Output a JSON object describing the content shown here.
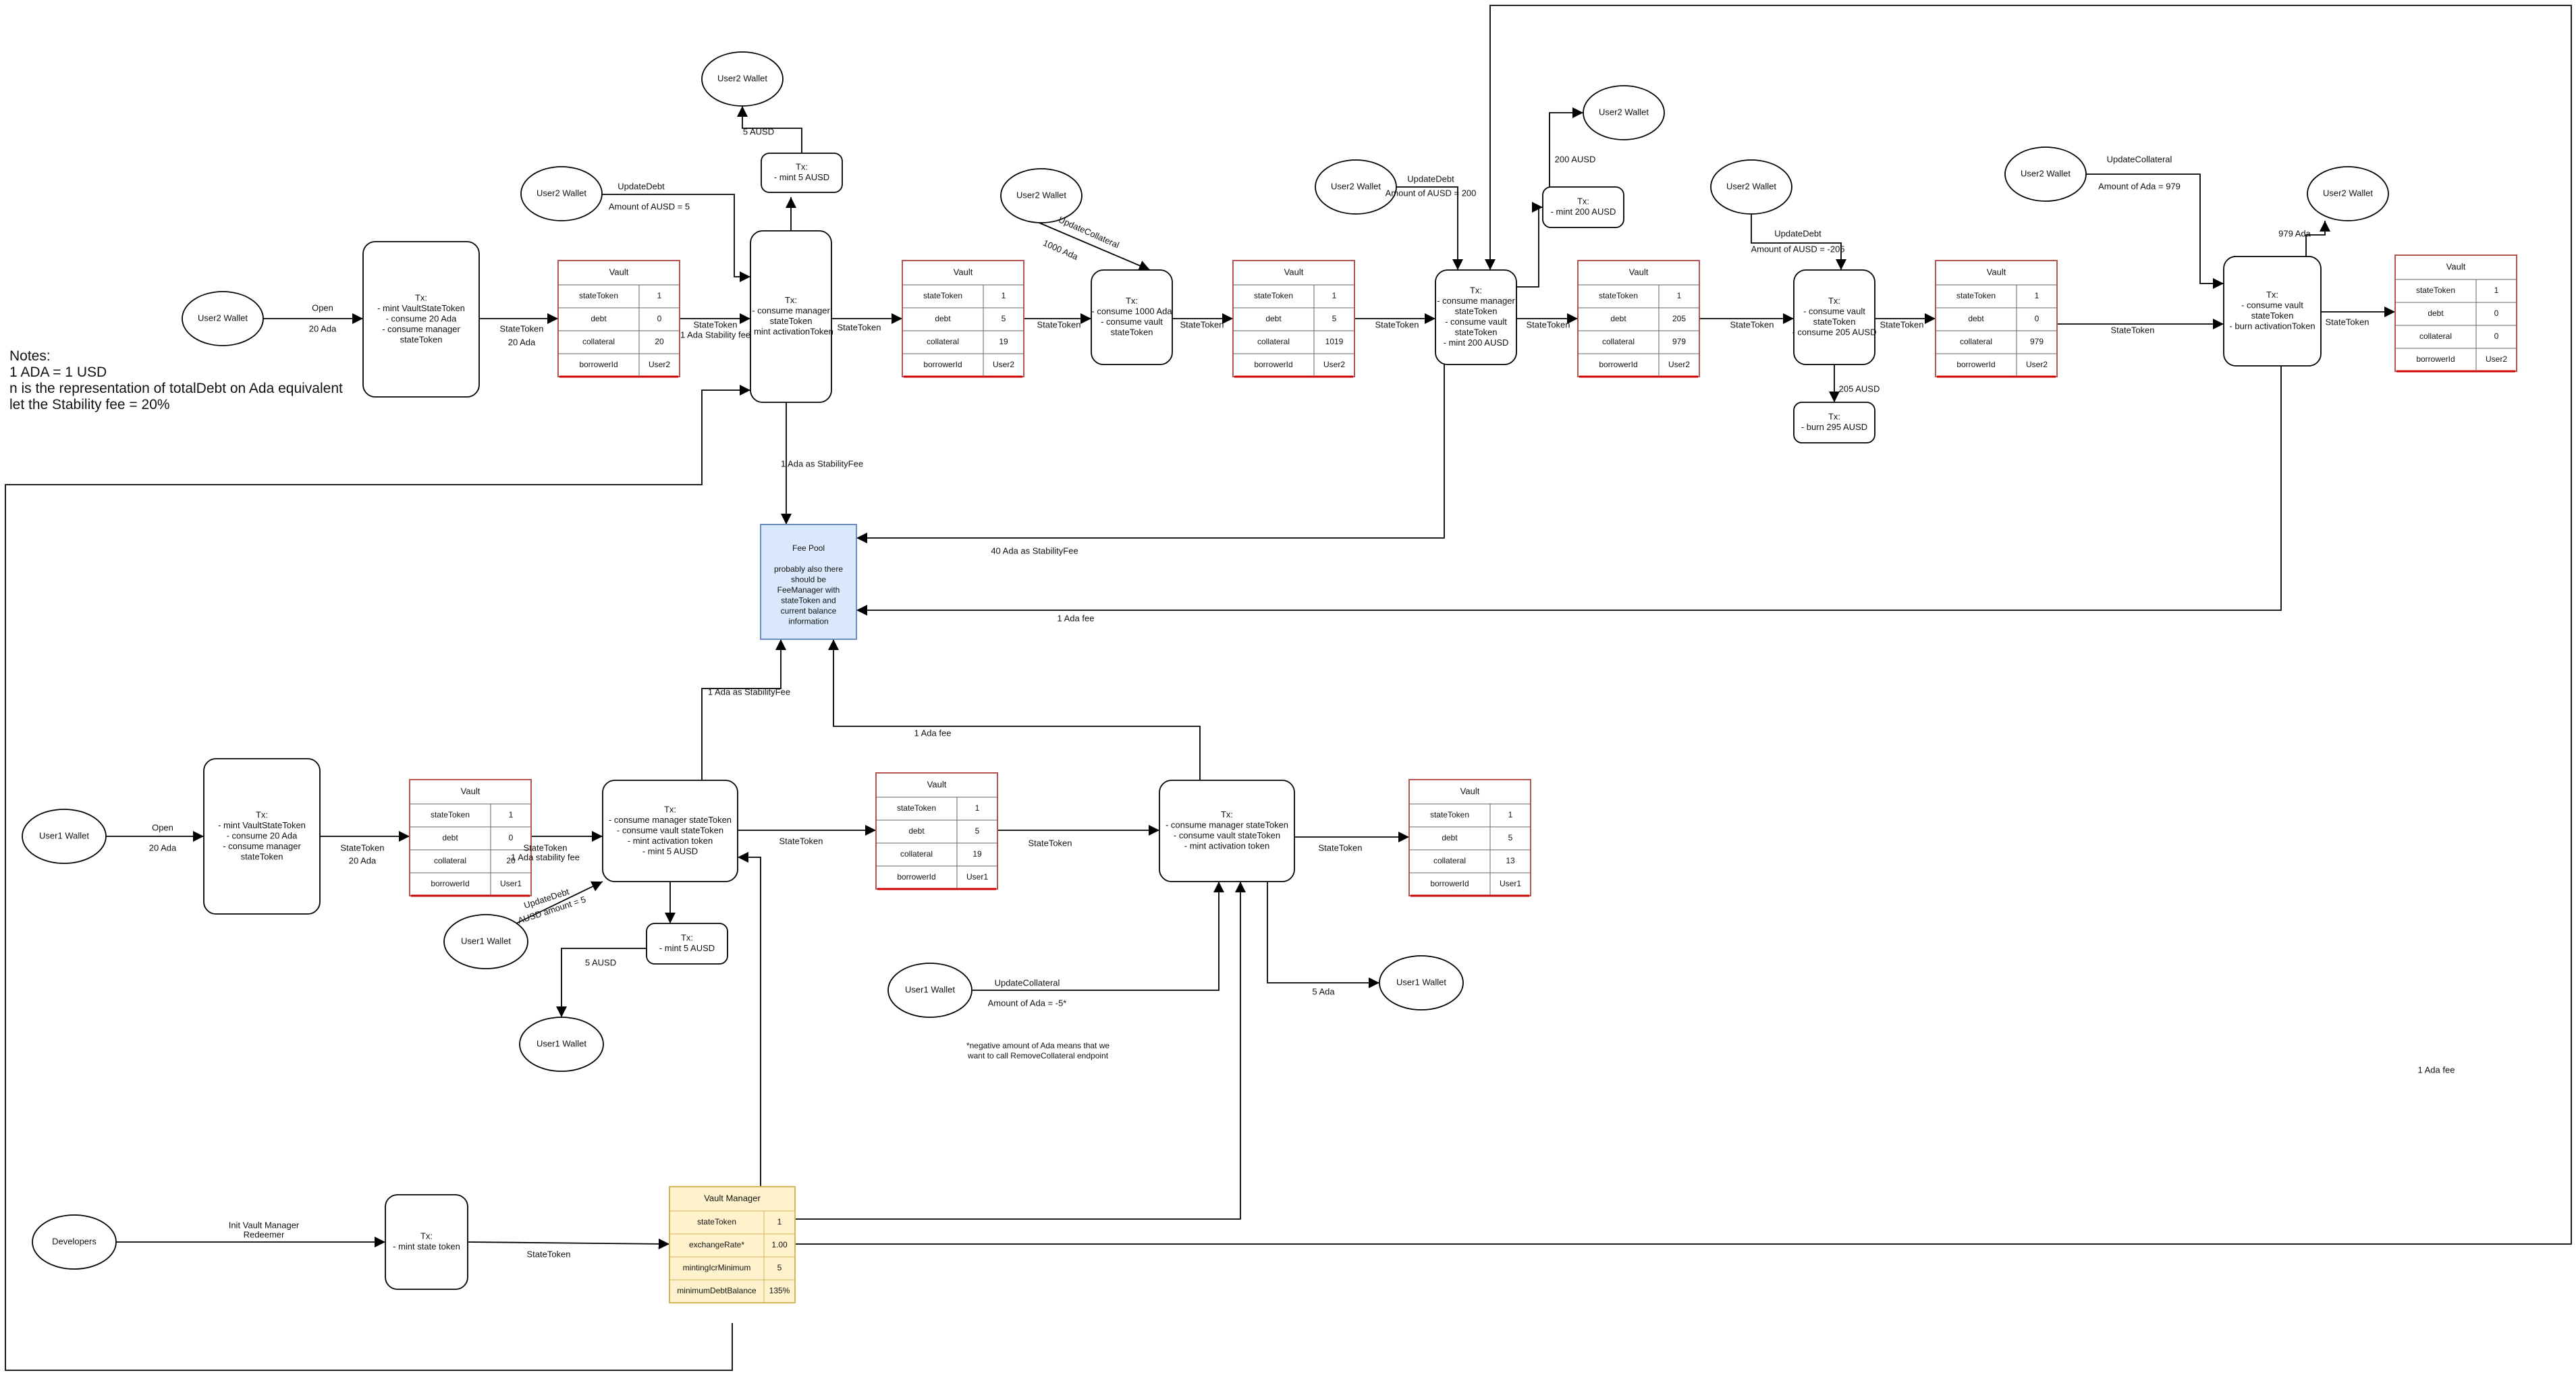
{
  "notes": [
    "Notes:",
    "1 ADA = 1 USD",
    "n is the representation of totalDebt on Ada equivalent",
    "let the Stability fee = 20%"
  ],
  "wallets": {
    "user2": "User2 Wallet",
    "user1": "User1 Wallet",
    "developers": "Developers"
  },
  "txs": {
    "open_top": [
      "Tx:",
      "- mint VaultStateToken",
      "- consume 20 Ada",
      "- consume manager",
      "stateToken"
    ],
    "mint5_top": [
      "Tx:",
      "- mint 5 AUSD"
    ],
    "mgr_top": [
      "Tx:",
      "- consume manager",
      "stateToken",
      "- mint activationToken"
    ],
    "col1000": [
      "Tx:",
      "- consume 1000 Ada",
      "- consume vault",
      "stateToken"
    ],
    "mgr200": [
      "Tx:",
      "- consume manager",
      "stateToken",
      "- consume vault",
      "stateToken",
      "- mint 200 AUSD"
    ],
    "mint200": [
      "Tx:",
      "- mint 200 AUSD"
    ],
    "vault205": [
      "Tx:",
      "- consume vault",
      "stateToken",
      "- consume 205 AUSD"
    ],
    "burn295": [
      "Tx:",
      "- burn 295 AUSD"
    ],
    "burnact": [
      "Tx:",
      "- consume vault",
      "stateToken",
      "- burn activationToken"
    ],
    "open_bot": [
      "Tx:",
      "- mint VaultStateToken",
      "- consume 20 Ada",
      "- consume manager",
      "stateToken"
    ],
    "mgr_bot": [
      "Tx:",
      "- consume manager stateToken",
      "- consume vault stateToken",
      "- mint activation token",
      "- mint 5 AUSD"
    ],
    "mint5_bot": [
      "Tx:",
      "- mint 5 AUSD"
    ],
    "col_bot": [
      "Tx:",
      "- consume manager stateToken",
      "- consume vault stateToken",
      "- mint activation token"
    ],
    "dev": [
      "Tx:",
      "- mint state token"
    ]
  },
  "vault": {
    "title": "Vault",
    "keys": [
      "stateToken",
      "debt",
      "collateral",
      "borrowerId"
    ]
  },
  "vault_rows": {
    "v1": [
      "1",
      "0",
      "20",
      "User2"
    ],
    "v2": [
      "1",
      "5",
      "19",
      "User2"
    ],
    "v3": [
      "1",
      "5",
      "1019",
      "User2"
    ],
    "v4": [
      "1",
      "205",
      "979",
      "User2"
    ],
    "v5": [
      "1",
      "0",
      "979",
      "User2"
    ],
    "v6": [
      "1",
      "0",
      "0",
      "User2"
    ],
    "v7": [
      "1",
      "0",
      "20",
      "User1"
    ],
    "v8": [
      "1",
      "5",
      "19",
      "User1"
    ],
    "v9": [
      "1",
      "5",
      "13",
      "User1"
    ]
  },
  "vault_manager": {
    "title": "Vault Manager",
    "keys": [
      "stateToken",
      "exchangeRate*",
      "mintingIcrMinimum",
      "minimumDebtBalance"
    ],
    "values": [
      "1",
      "1.00",
      "5",
      "135%"
    ]
  },
  "fee_pool": [
    "Fee Pool",
    "",
    "probably also there",
    "should be",
    "FeeManager with",
    "stateToken  and",
    "current balance",
    "information"
  ],
  "labels": {
    "open": "Open",
    "ada20": "20 Ada",
    "state_token": "StateToken",
    "one_ada_fee_short": "1 Ada Stability fee",
    "one_ada_fee_bot": "1 Ada stability fee",
    "update_debt": "UpdateDebt",
    "ausd_amount_5": "Amount of AUSD = 5",
    "ausd5": "5 AUSD",
    "update_collateral": "UpdateCollateral",
    "ada1000": "1000 Ada",
    "one_ada_stability": "1 Ada as StabilityFee",
    "ausd_amount_200": "Amount of AUSD = 200",
    "ausd200": "200 AUSD",
    "ada40_stability": "40 Ada as StabilityFee",
    "ausd_amount_neg205": "Amount of AUSD = -205",
    "ausd205": "205 AUSD",
    "ada_amount_979": "Amount of Ada = 979",
    "ada979": "979 Ada",
    "one_ada_fee": "1 Ada fee",
    "ausd_amount_eq5": "AUSD amount = 5",
    "ada_amount_neg5": "Amount of Ada = -5*",
    "negative_note_1": "*negative amount of Ada means that we",
    "negative_note_2": "want to call RemoveCollateral endpoint",
    "ada5": "5 Ada",
    "init_vm_1": "Init Vault Manager",
    "init_vm_2": "Redeemer"
  },
  "colors": {
    "vault_border": "#b85450",
    "fee_pool_fill": "#dae8fc",
    "fee_pool_border": "#6c8ebf",
    "manager_fill": "#fff2cc",
    "manager_border": "#d6b656",
    "line": "#000000"
  }
}
